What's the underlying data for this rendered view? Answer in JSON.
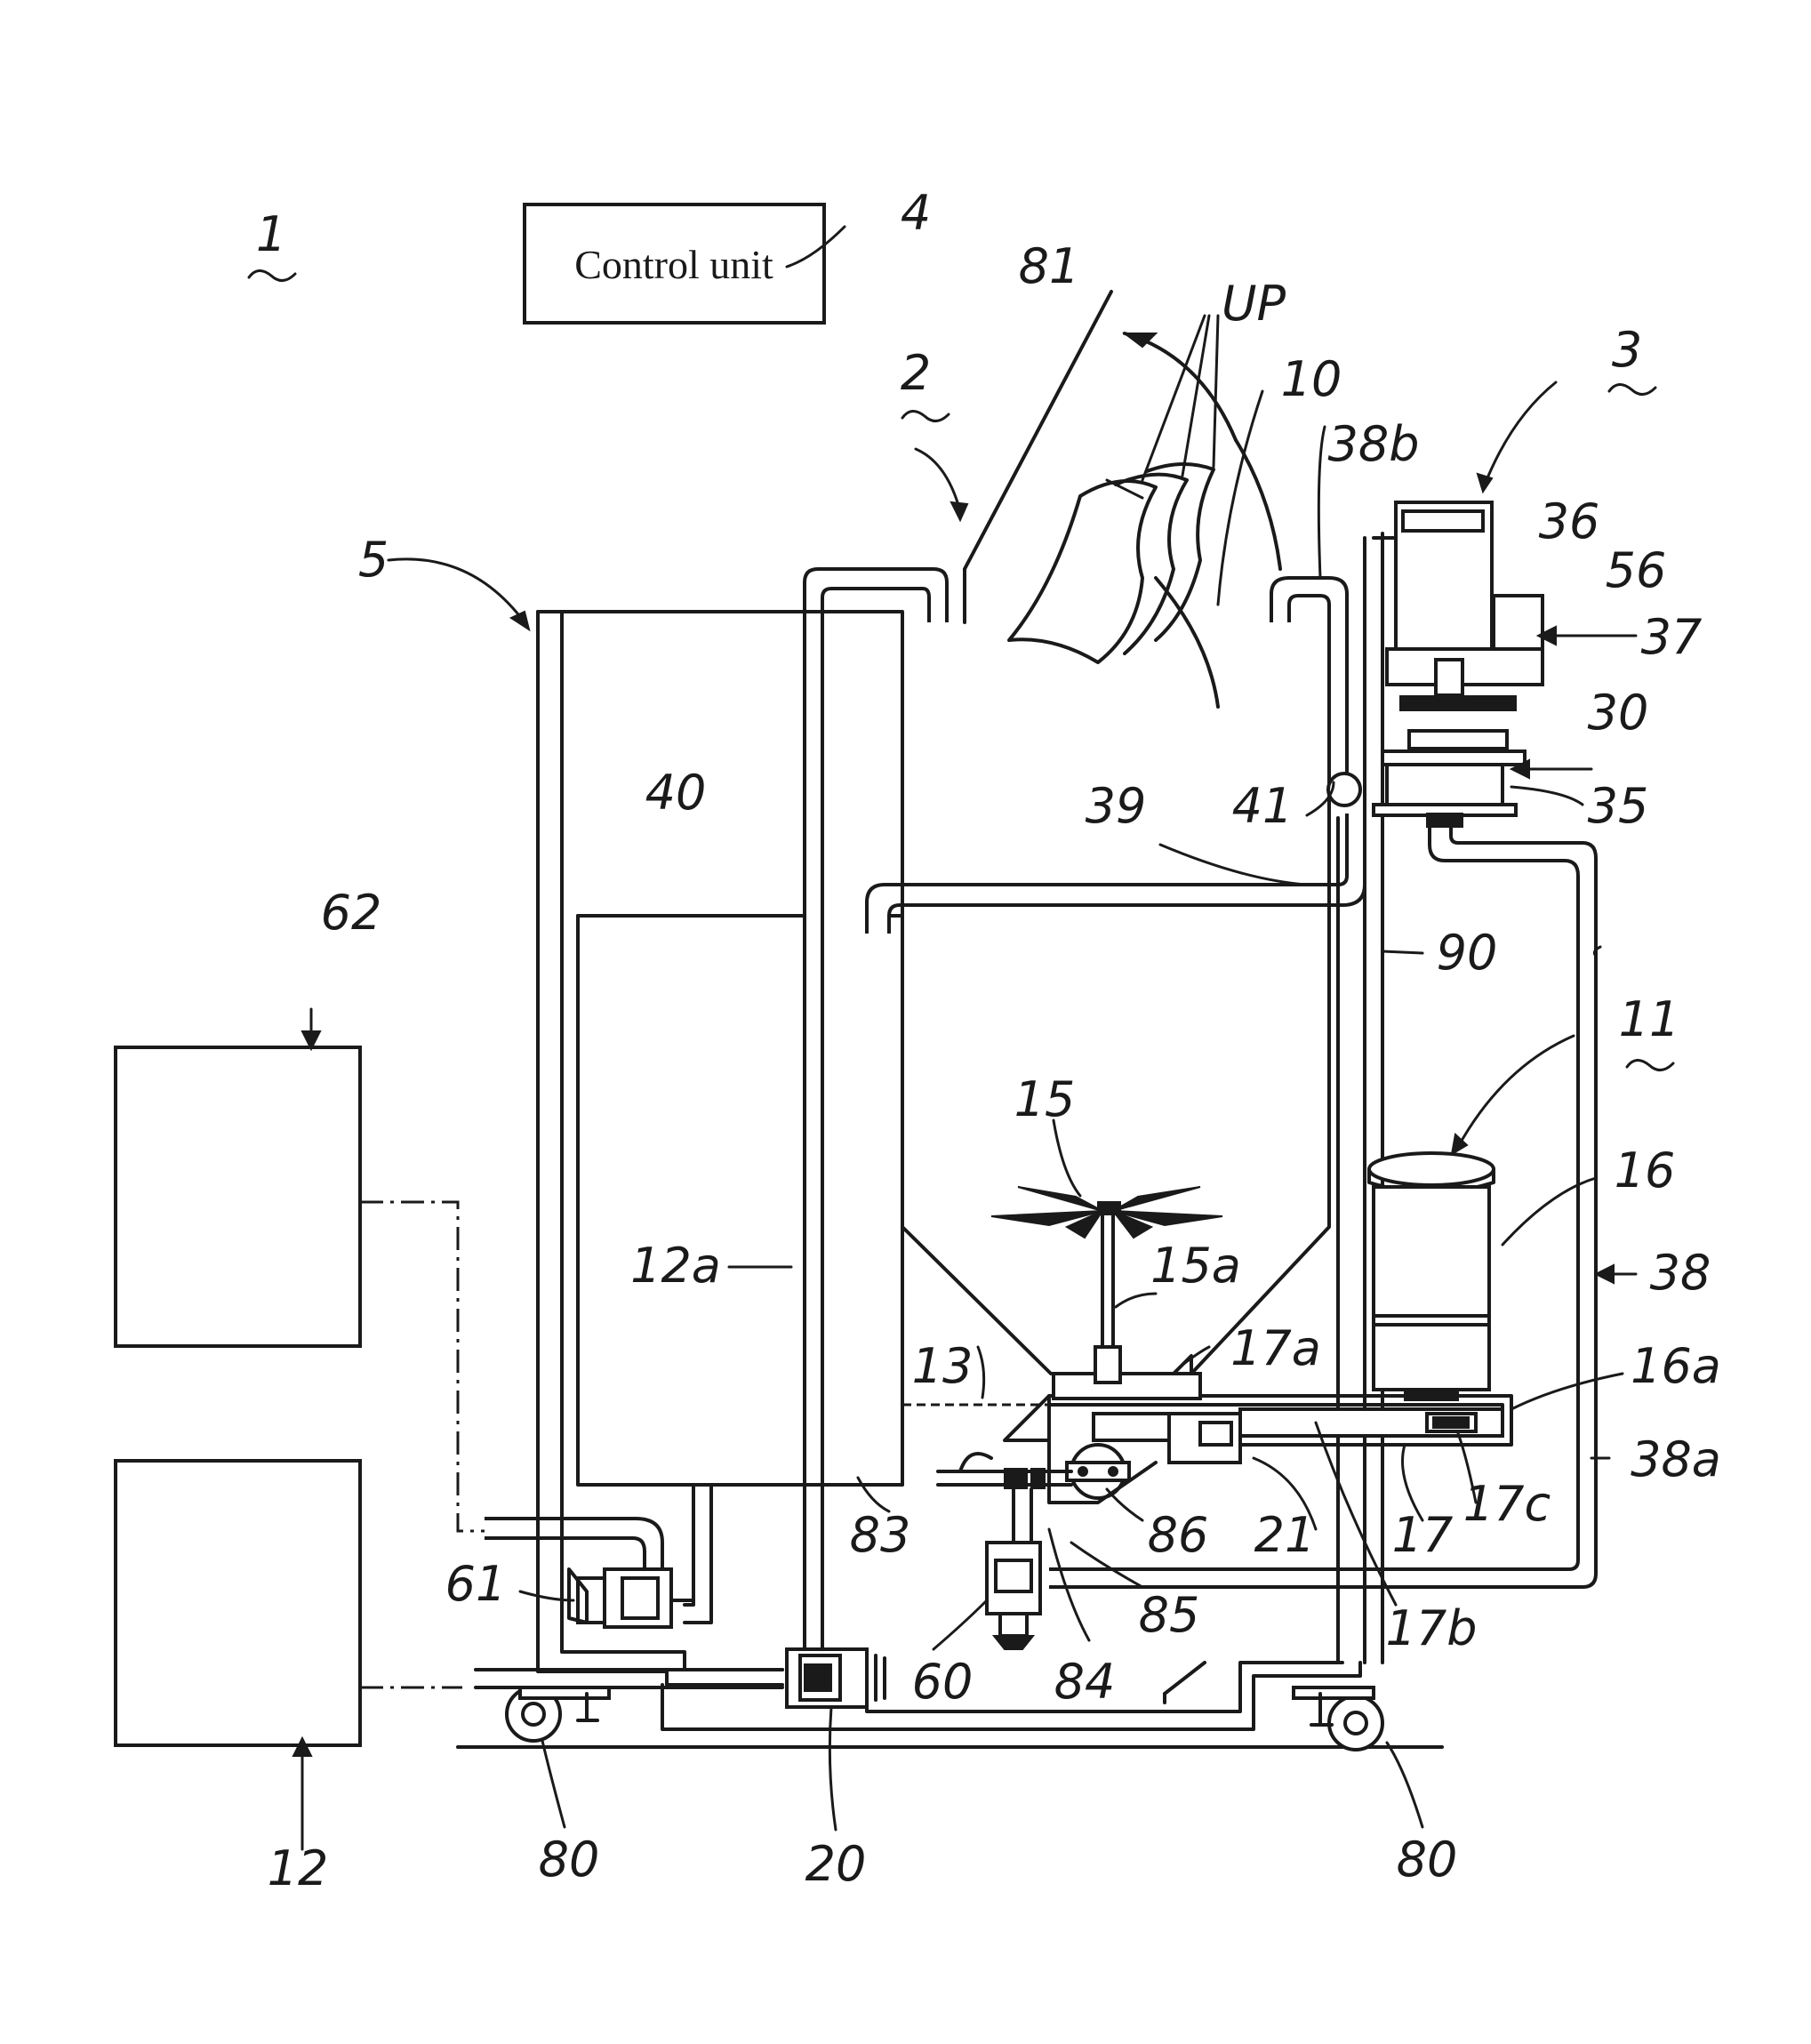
{
  "control_unit": {
    "label": "Control unit"
  },
  "labels": {
    "apparatus": "1",
    "inlet": "2",
    "unit3": "3",
    "control": "4",
    "tank": "5",
    "tank_body": "10",
    "motor_unit": "11",
    "power": "12",
    "pipe12a": "12a",
    "strainer": "13",
    "impeller": "15",
    "shaft": "15a",
    "motor": "16",
    "motor_shaft": "16a",
    "belt": "17",
    "pulley17a": "17a",
    "belt17b": "17b",
    "pulley17c": "17c",
    "pump20": "20",
    "box21": "21",
    "pump30": "30",
    "pump_body": "35",
    "drive": "36",
    "gear": "37",
    "pipe38": "38",
    "pipe38a": "38a",
    "pipe38b": "38b",
    "pipe39": "39",
    "water": "40",
    "valve": "41",
    "gear56": "56",
    "pump60": "60",
    "pump61": "61",
    "unit62": "62",
    "caster_left": "80",
    "caster_right": "80",
    "lid": "81",
    "part83": "83",
    "part84": "84",
    "part85": "85",
    "part86": "86",
    "frame": "90",
    "up": "UP"
  }
}
